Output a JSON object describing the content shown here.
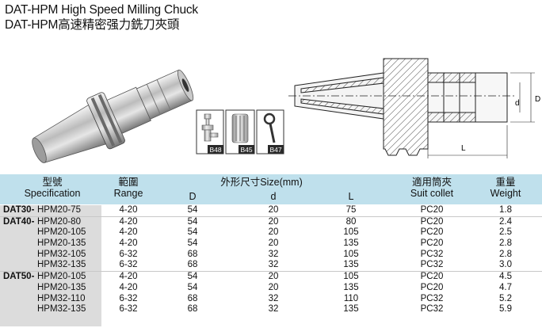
{
  "title_en": "DAT-HPM High Speed Milling Chuck",
  "title_zh": "DAT-HPM高速精密强力銑刀夾頭",
  "parts": [
    "B48",
    "B45",
    "B47"
  ],
  "drawing_labels": {
    "D": "D",
    "d": "d",
    "L": "L"
  },
  "headers": {
    "spec_zh": "型號",
    "spec_en": "Specification",
    "range_zh": "範圍",
    "range_en": "Range",
    "size_zh": "外形尺寸Size(mm)",
    "D": "D",
    "d": "d",
    "L": "L",
    "collet_zh": "適用筒夾",
    "collet_en": "Suit collet",
    "weight_zh": "重量",
    "weight_en": "Weight"
  },
  "rows": [
    {
      "prefix": "DAT30-",
      "code": "HPM20-75",
      "range": "4-20",
      "D": "54",
      "d": "20",
      "L": "75",
      "collet": "PC20",
      "weight": "1.8"
    },
    {
      "prefix": "DAT40-",
      "code": "HPM20-80",
      "range": "4-20",
      "D": "54",
      "d": "20",
      "L": "80",
      "collet": "PC20",
      "weight": "2.4"
    },
    {
      "prefix": "",
      "code": "HPM20-105",
      "range": "4-20",
      "D": "54",
      "d": "20",
      "L": "105",
      "collet": "PC20",
      "weight": "2.5"
    },
    {
      "prefix": "",
      "code": "HPM20-135",
      "range": "4-20",
      "D": "54",
      "d": "20",
      "L": "135",
      "collet": "PC20",
      "weight": "2.8"
    },
    {
      "prefix": "",
      "code": "HPM32-105",
      "range": "6-32",
      "D": "68",
      "d": "32",
      "L": "105",
      "collet": "PC32",
      "weight": "2.8"
    },
    {
      "prefix": "",
      "code": "HPM32-135",
      "range": "6-32",
      "D": "68",
      "d": "32",
      "L": "135",
      "collet": "PC32",
      "weight": "3.0"
    },
    {
      "prefix": "DAT50-",
      "code": "HPM20-105",
      "range": "4-20",
      "D": "54",
      "d": "20",
      "L": "105",
      "collet": "PC20",
      "weight": "4.5"
    },
    {
      "prefix": "",
      "code": "HPM20-135",
      "range": "4-20",
      "D": "54",
      "d": "20",
      "L": "135",
      "collet": "PC20",
      "weight": "4.7"
    },
    {
      "prefix": "",
      "code": "HPM32-110",
      "range": "6-32",
      "D": "68",
      "d": "32",
      "L": "110",
      "collet": "PC32",
      "weight": "5.2"
    },
    {
      "prefix": "",
      "code": "HPM32-135",
      "range": "6-32",
      "D": "68",
      "d": "32",
      "L": "135",
      "collet": "PC32",
      "weight": "5.9"
    }
  ]
}
